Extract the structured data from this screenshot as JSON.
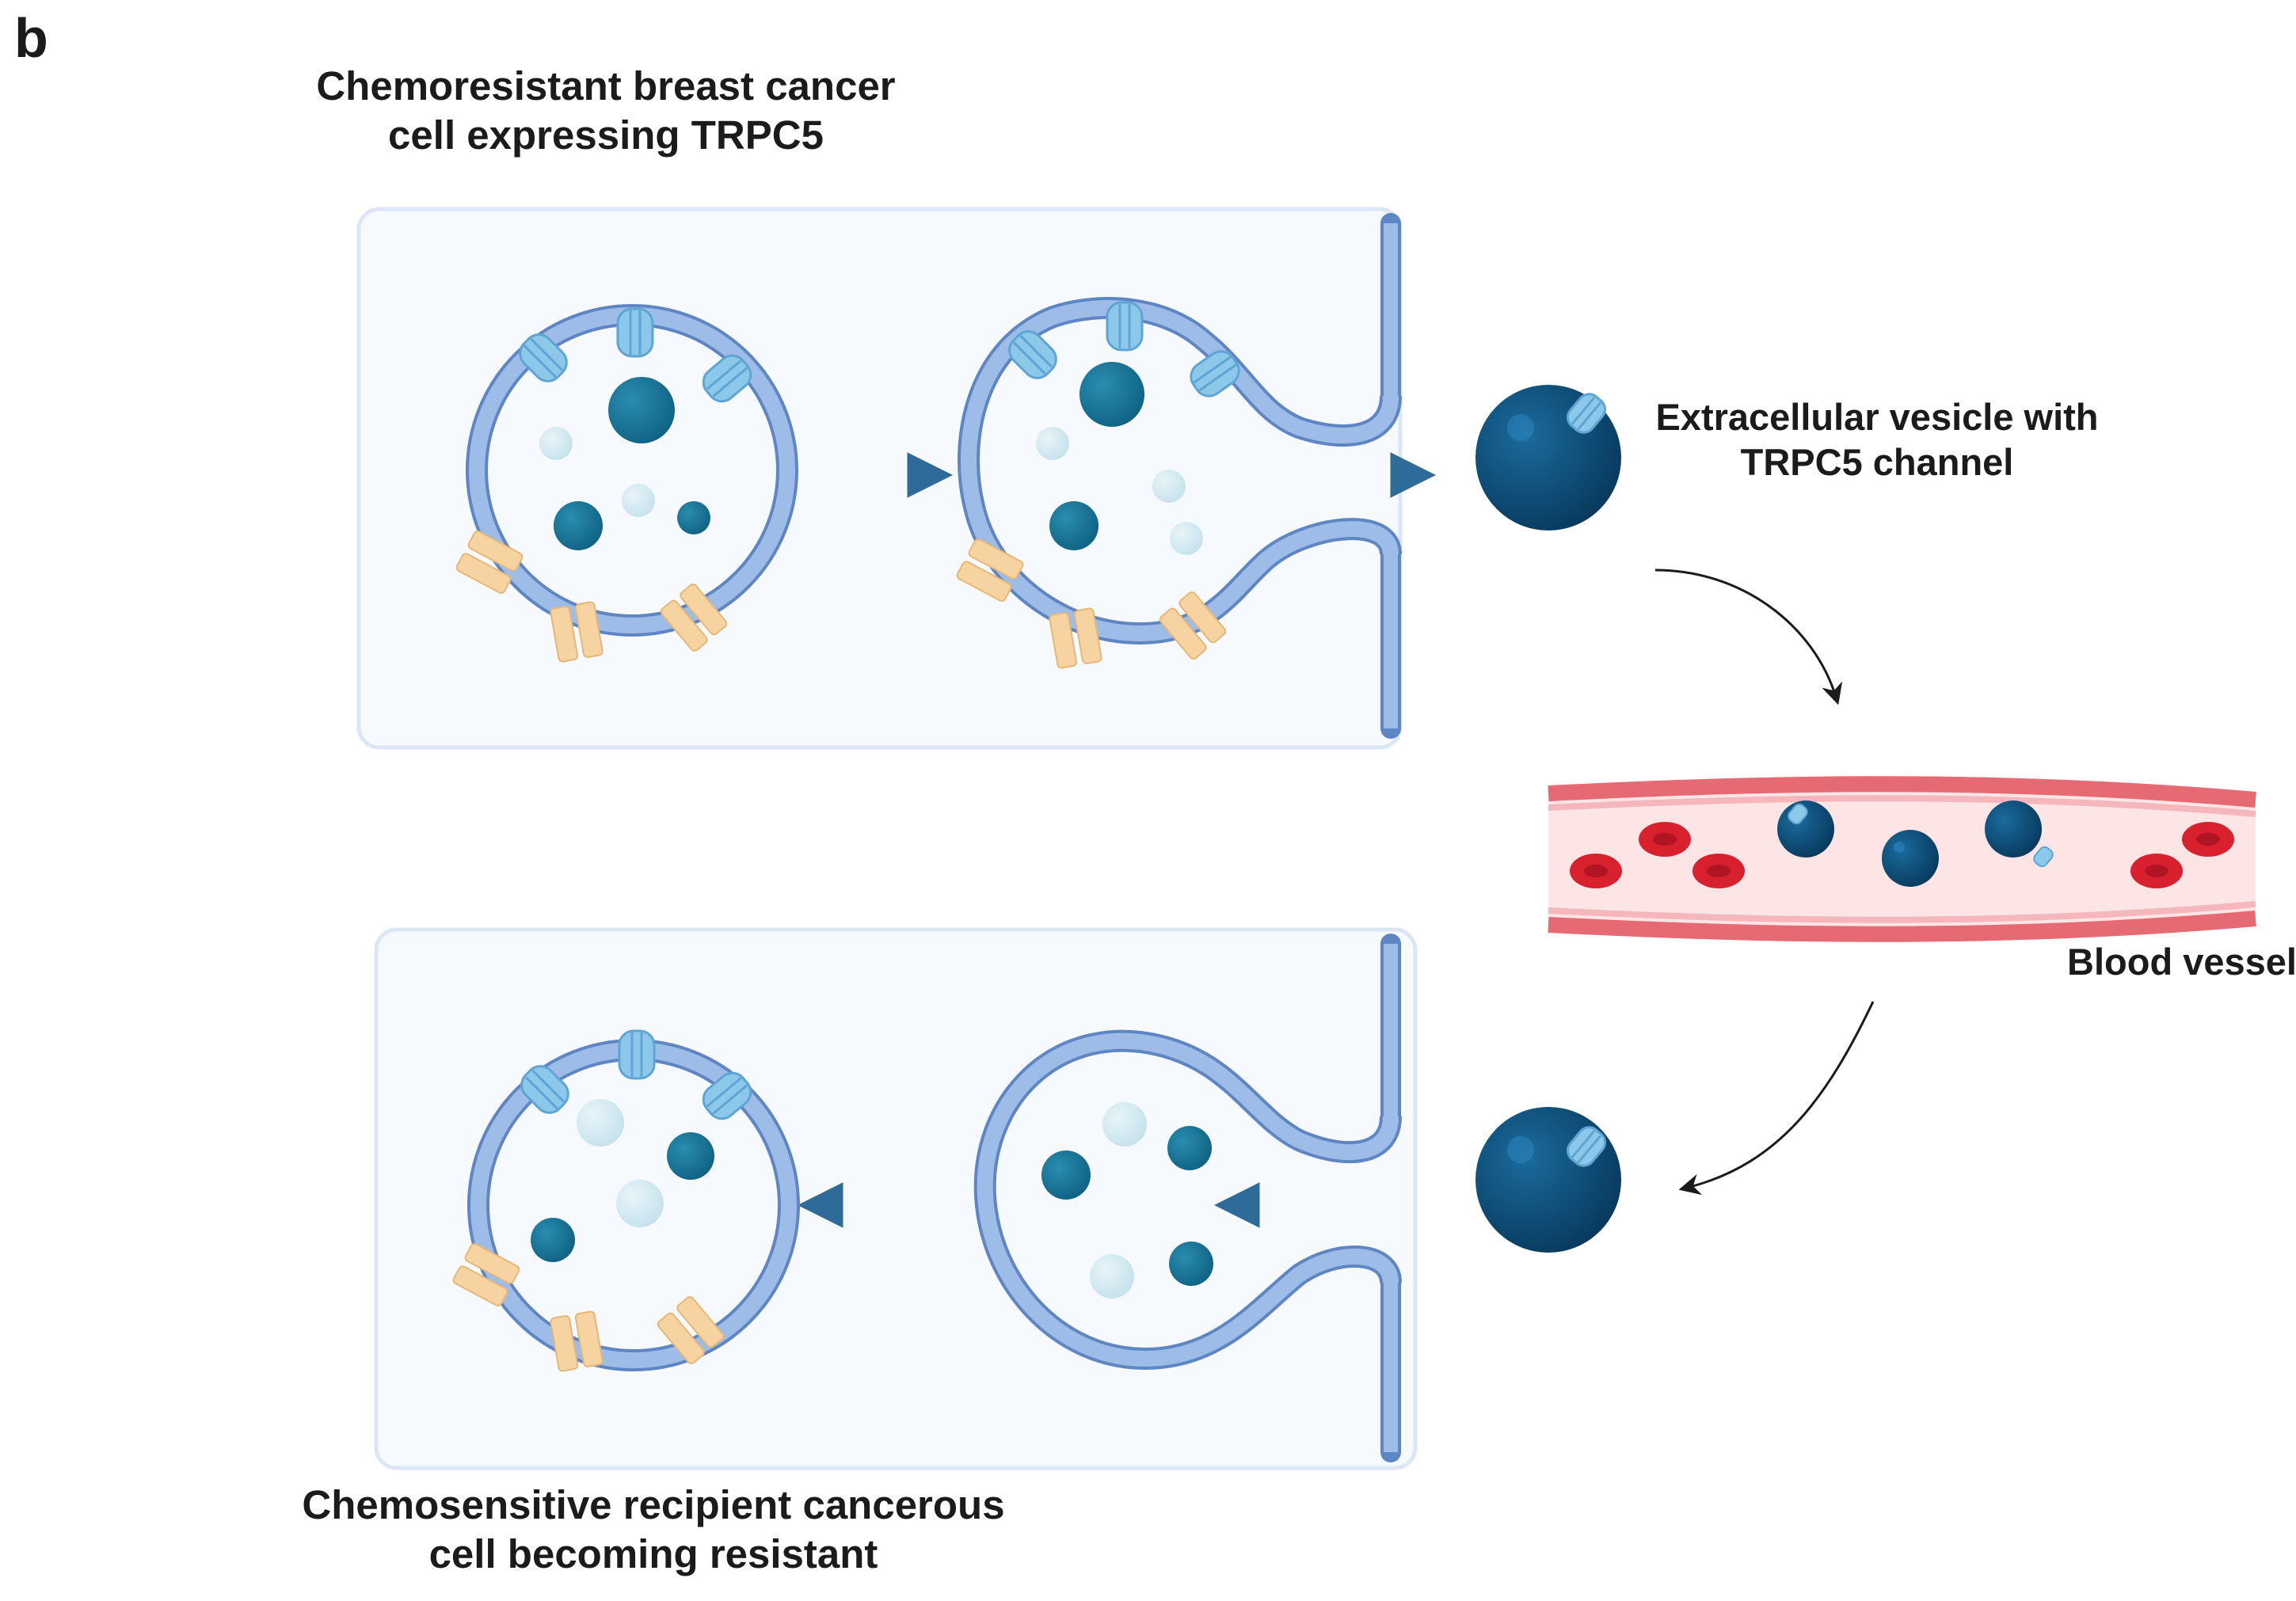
{
  "panel_letter": "b",
  "top_cell": {
    "label_lines": [
      "Chemoresistant breast cancer",
      "cell expressing TRPC5"
    ]
  },
  "bottom_cell": {
    "label_lines": [
      "Chemosensitive recipient cancerous",
      "cell becoming resistant"
    ]
  },
  "vesicle": {
    "label_lines": [
      "Extracellular vesicle with",
      "TRPC5 channel"
    ]
  },
  "blood_vessel": {
    "label": "Blood vessel"
  },
  "colors": {
    "cell_fill": "#f6f9fe",
    "cell_border": "#dde6f6",
    "membrane": "#9dbde8",
    "membrane_edge": "#5f86c4",
    "trpc5_channel": "#8cc8ea",
    "other_protein": "#f6d3a0",
    "cargo_dark": "#136e8f",
    "cargo_light": "#cfe8f1",
    "vesicle": "#0d4d78",
    "arrow": "#2f6b98",
    "vessel_wall": "#e56a74",
    "vessel_lumen": "#fde5e5",
    "red_blood_cell": "#d8202f"
  },
  "icons": [
    "trpc5-channel-icon",
    "membrane-protein-icon",
    "extracellular-vesicle-icon",
    "red-blood-cell-icon",
    "curved-arrow-icon",
    "straight-arrow-icon"
  ]
}
